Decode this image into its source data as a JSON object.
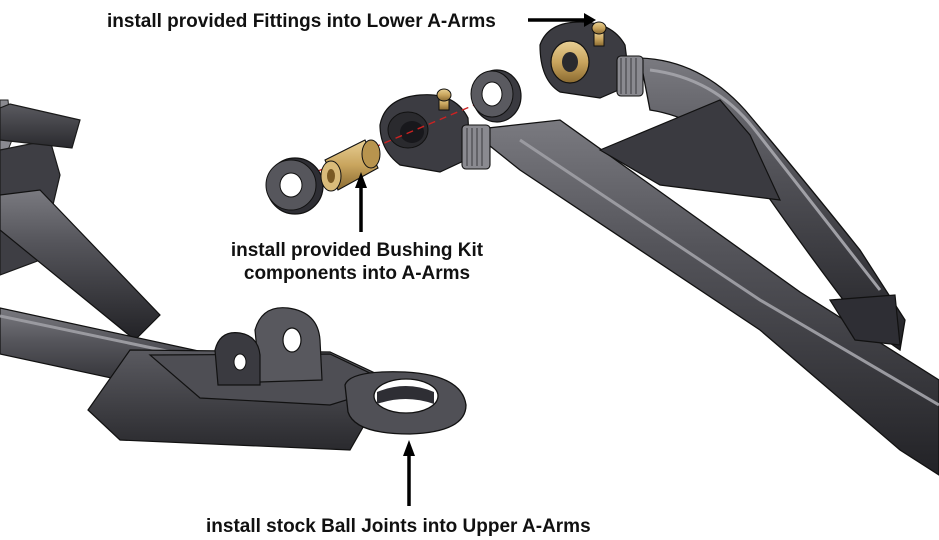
{
  "callouts": {
    "fittings": "install provided Fittings into Lower A-Arms",
    "bushing_line1": "install provided Bushing Kit",
    "bushing_line2": "components into A-Arms",
    "ball_joints": "install stock Ball Joints into Upper A-Arms"
  },
  "colors": {
    "background": "#ffffff",
    "steel_dark": "#2a2a2e",
    "steel_mid": "#4a4a50",
    "steel_light": "#7a7a80",
    "bushing_brass": "#c9a55e",
    "fitting_brass": "#b89b5a",
    "alignment_line": "#cc2222",
    "arrow": "#000000",
    "text": "#111111"
  },
  "icons": [
    "arrow-left-icon",
    "arrow-up-icon"
  ]
}
